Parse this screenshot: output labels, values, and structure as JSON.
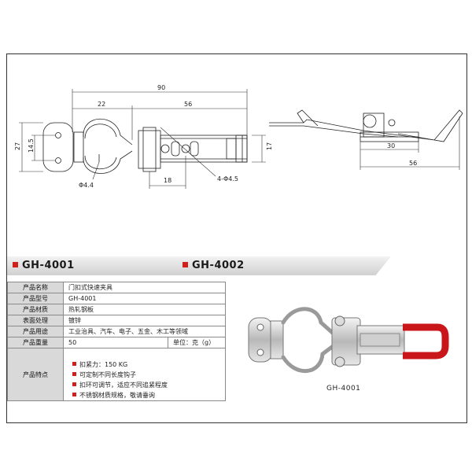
{
  "drawing": {
    "dim_90": "90",
    "dim_22": "22",
    "dim_56_top": "56",
    "dim_27": "27",
    "dim_14_5": "14.5",
    "dim_17": "17",
    "dim_18": "18",
    "dim_phi_4_4": "Φ4.4",
    "dim_4_phi_4_5": "4-Φ4.5",
    "dim_30": "30",
    "dim_56_side": "56"
  },
  "models": {
    "left": "GH-4001",
    "right": "GH-4002"
  },
  "spec": {
    "rows": [
      {
        "key": "产品名称",
        "value": "门扣式快速夹具"
      },
      {
        "key": "产品型号",
        "value": "GH-4001"
      },
      {
        "key": "产品材质",
        "value": "热轧钢板"
      },
      {
        "key": "表面处理",
        "value": "镀锌"
      },
      {
        "key": "产品用途",
        "value": "工业治具、汽车、电子、五金、木工等领域"
      }
    ],
    "weight_key": "产品重量",
    "weight_value": "50",
    "weight_unit": "单位：克（g）",
    "features_key": "产品特点",
    "features": [
      "扣紧力：150 KG",
      "可定制不同长度钩子",
      "扣环可调节，适应不同追紧程度",
      "不锈钢材质规格，敬请垂询"
    ]
  },
  "photo": {
    "caption": "GH-4001"
  },
  "colors": {
    "accent": "#d0201c",
    "handle": "#c8161b"
  }
}
